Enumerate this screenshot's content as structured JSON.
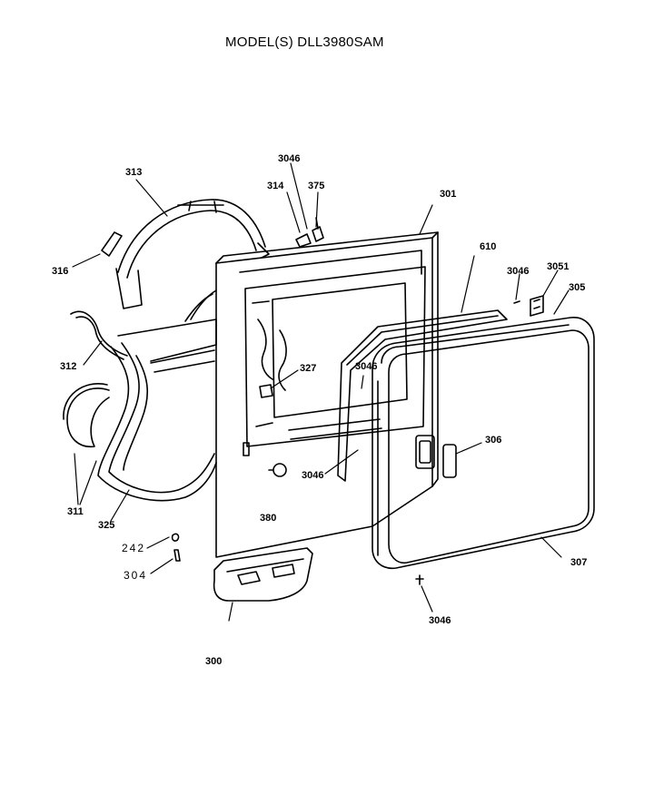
{
  "title": "MODEL(S) DLL3980SAM",
  "parts": {
    "p3046_top": "3046",
    "p314": "314",
    "p375": "375",
    "p313": "313",
    "p301": "301",
    "p610": "610",
    "p3046_right": "3046",
    "p3051": "3051",
    "p305": "305",
    "p316": "316",
    "p312": "312",
    "p327": "327",
    "p3046_mid": "3046",
    "p306": "306",
    "p3046_lower": "3046",
    "p311": "311",
    "p325": "325",
    "p380": "380",
    "p242": "242",
    "p304": "304",
    "p307": "307",
    "p3046_bottom": "3046",
    "p300": "300"
  }
}
